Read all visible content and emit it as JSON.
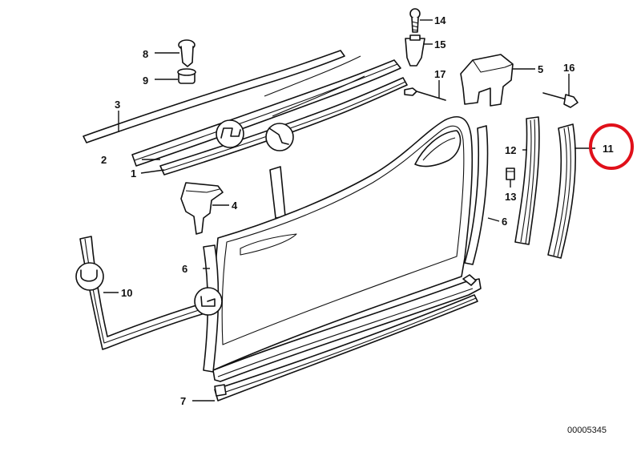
{
  "diagram": {
    "callouts": [
      {
        "id": "1",
        "text": "1"
      },
      {
        "id": "2",
        "text": "2"
      },
      {
        "id": "3",
        "text": "3"
      },
      {
        "id": "4",
        "text": "4"
      },
      {
        "id": "5",
        "text": "5"
      },
      {
        "id": "6a",
        "text": "6"
      },
      {
        "id": "6b",
        "text": "6"
      },
      {
        "id": "7",
        "text": "7"
      },
      {
        "id": "8",
        "text": "8"
      },
      {
        "id": "9",
        "text": "9"
      },
      {
        "id": "10",
        "text": "10"
      },
      {
        "id": "11",
        "text": "11"
      },
      {
        "id": "12",
        "text": "12"
      },
      {
        "id": "13",
        "text": "13"
      },
      {
        "id": "14",
        "text": "14"
      },
      {
        "id": "15",
        "text": "15"
      },
      {
        "id": "16",
        "text": "16"
      },
      {
        "id": "17",
        "text": "17"
      }
    ],
    "document_number": "00005345",
    "highlight_color": "#e0101a",
    "line_color": "#111111"
  }
}
